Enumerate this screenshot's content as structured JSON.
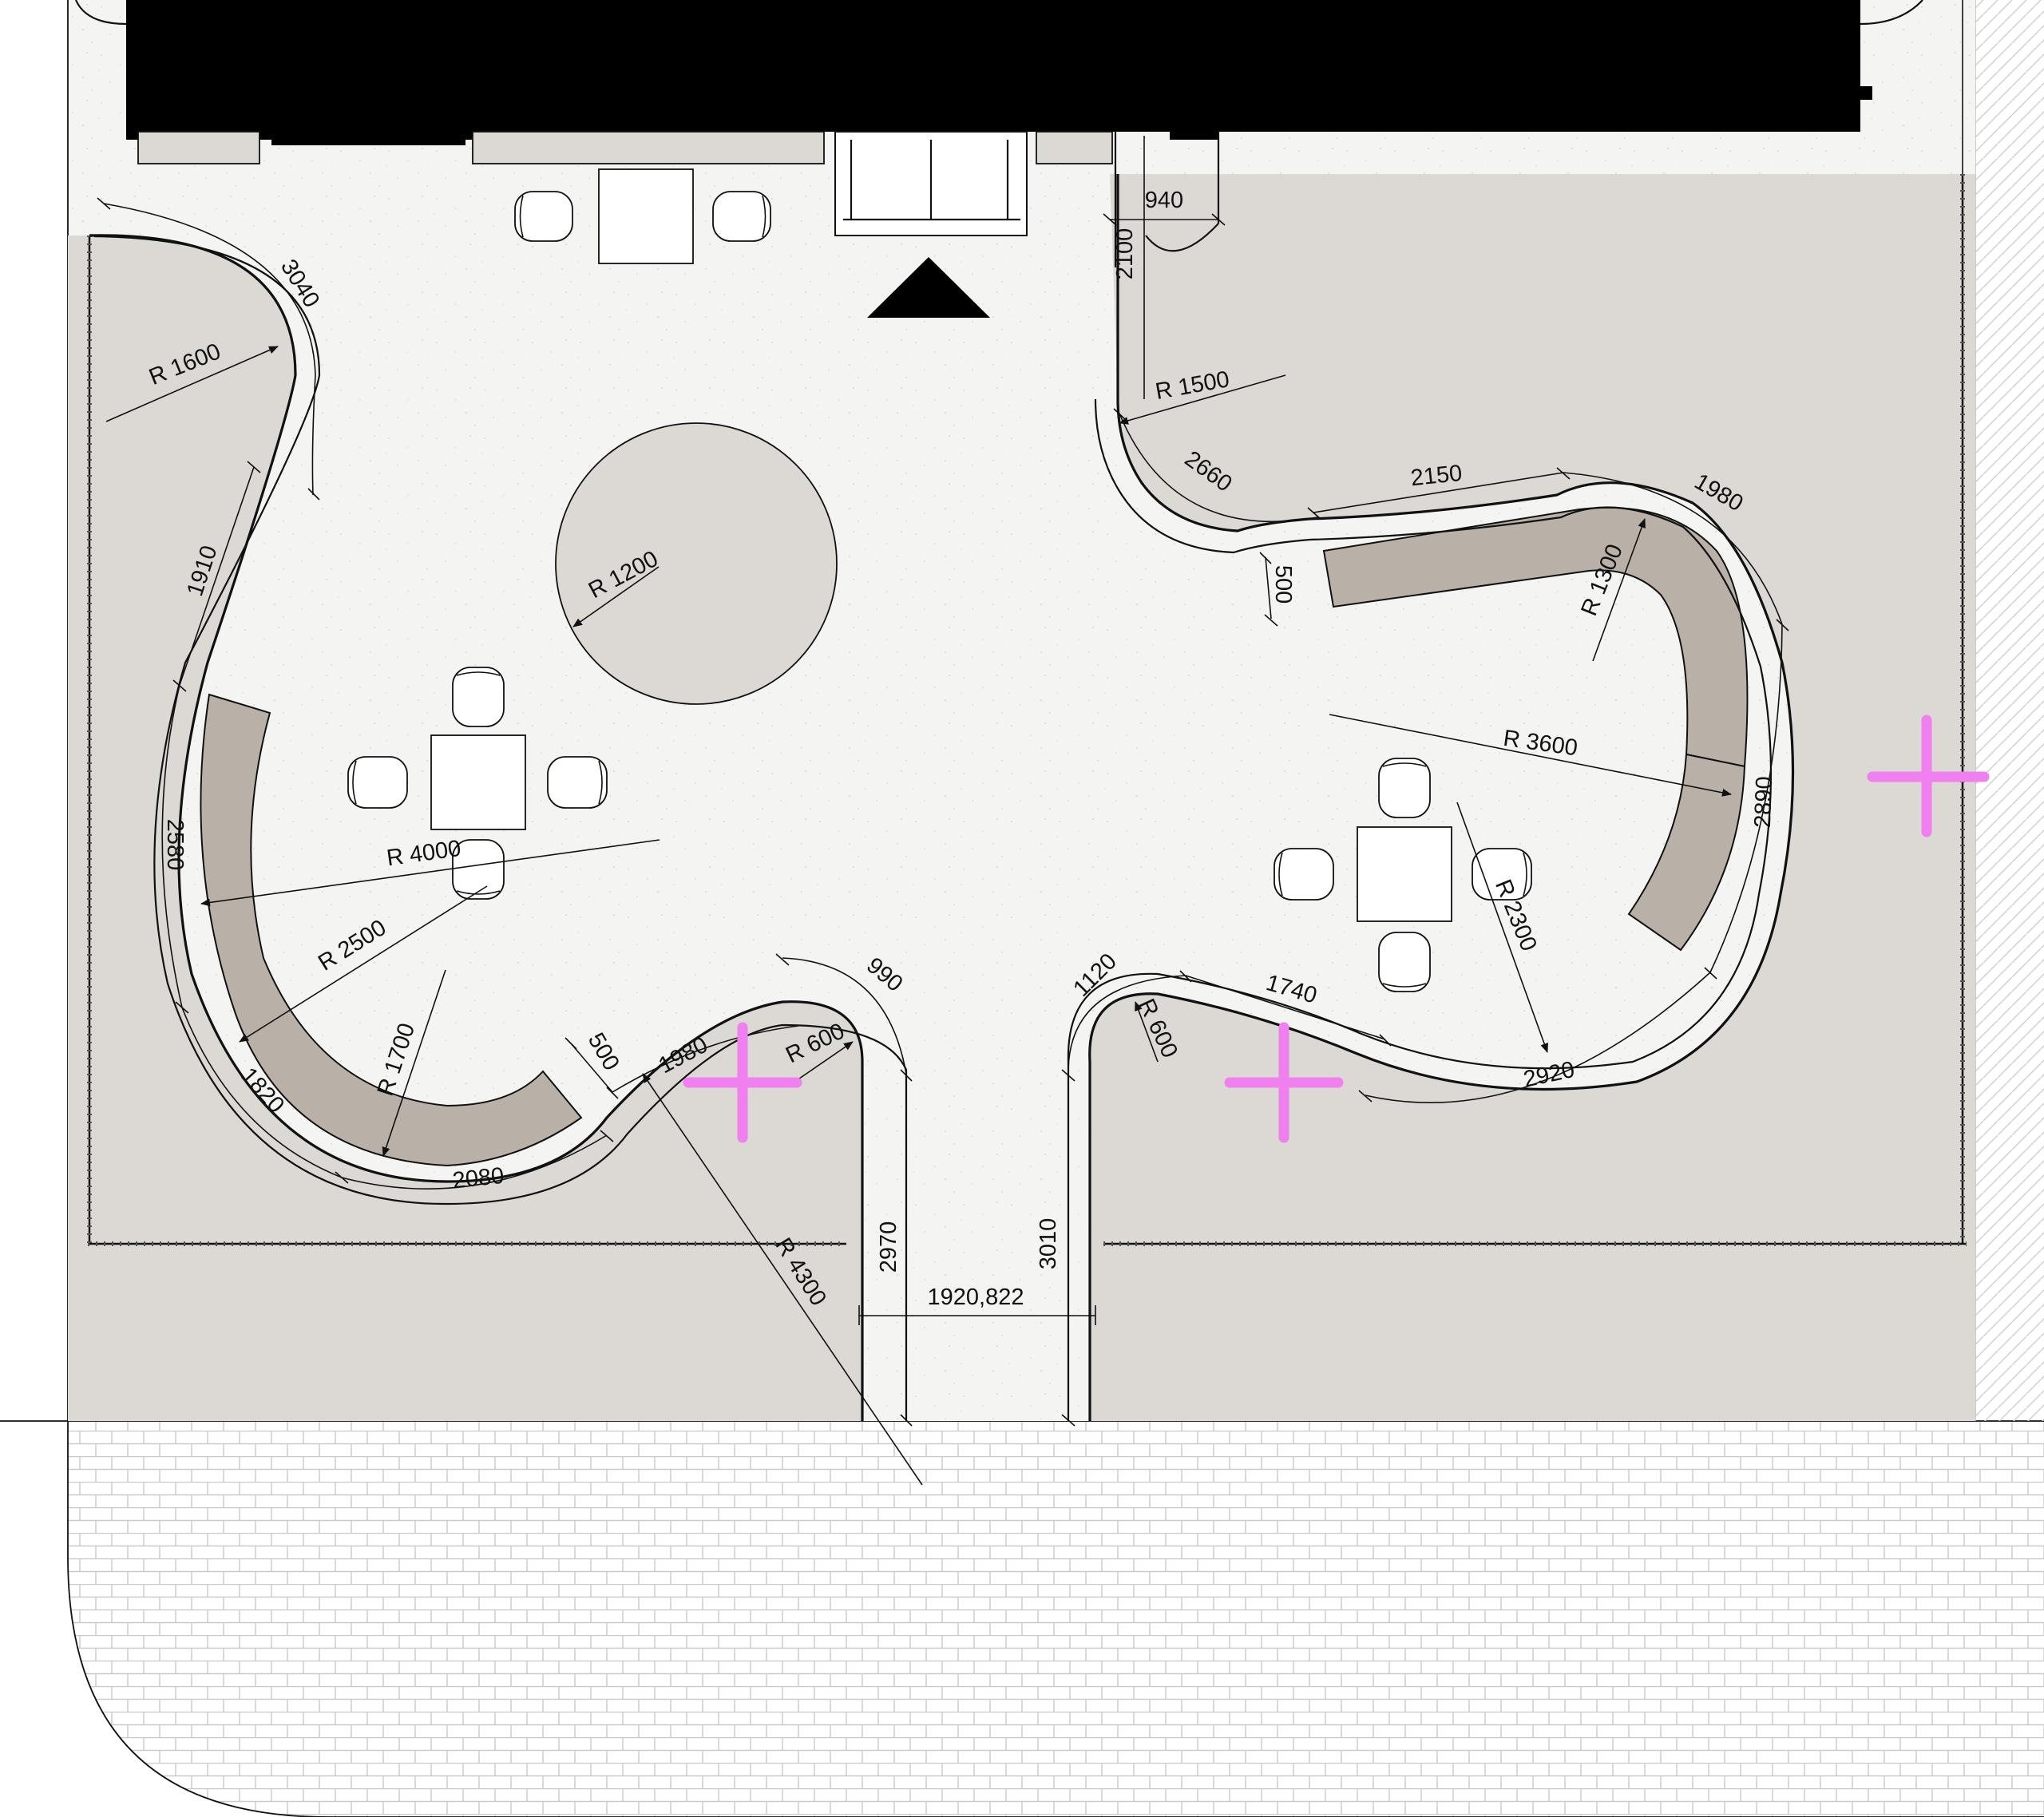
{
  "colors": {
    "floor": "#f3f3f1",
    "grey_area": "#dcd9d4",
    "counter": "#b9b0a8",
    "building": "#000000",
    "marker": "#f07ff0",
    "line": "#111111"
  },
  "dimensions": {
    "d3040": "3040",
    "r1600": "R 1600",
    "d1910": "1910",
    "d2580": "2580",
    "r4000": "R 4000",
    "r2500": "R 2500",
    "r1700": "R 1700",
    "d1820": "1820",
    "d2080": "2080",
    "d500a": "500",
    "d1980a": "1980",
    "r600a": "R 600",
    "d990": "990",
    "r4300": "R 4300",
    "d2970": "2970",
    "d1920": "1920,822",
    "d3010": "3010",
    "d1120": "1120",
    "r600b": "R 600",
    "d1740": "1740",
    "d2920": "2920",
    "r2300": "R 2300",
    "r3600": "R 3600",
    "d2890": "2890",
    "r1300": "R 1300",
    "d1980b": "1980",
    "d2150": "2150",
    "d500b": "500",
    "d2660": "2660",
    "r1500": "R 1500",
    "d2100": "2100",
    "d940": "940",
    "r1200": "R 1200"
  },
  "icons": {
    "entrance": "triangle-entrance-icon",
    "marker": "plus-marker-icon"
  }
}
